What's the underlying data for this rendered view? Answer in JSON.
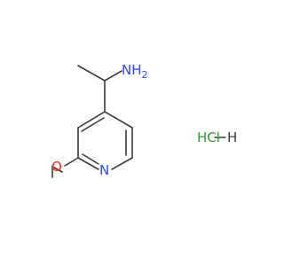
{
  "molecule": {
    "atoms": {
      "amine_group": {
        "text": "NH",
        "subscript": "2",
        "color": "#2b4bff"
      },
      "ring_nitrogen": {
        "text": "N",
        "color": "#2b4bff"
      },
      "ether_oxygen": {
        "text": "O",
        "color": "#ff2a1f"
      },
      "salt": {
        "text": "HCl",
        "color": "#2ca02c"
      },
      "hydrogen": {
        "text": "H",
        "color": "#3b3b3b"
      }
    },
    "bond_color": "#3b3b3b"
  }
}
